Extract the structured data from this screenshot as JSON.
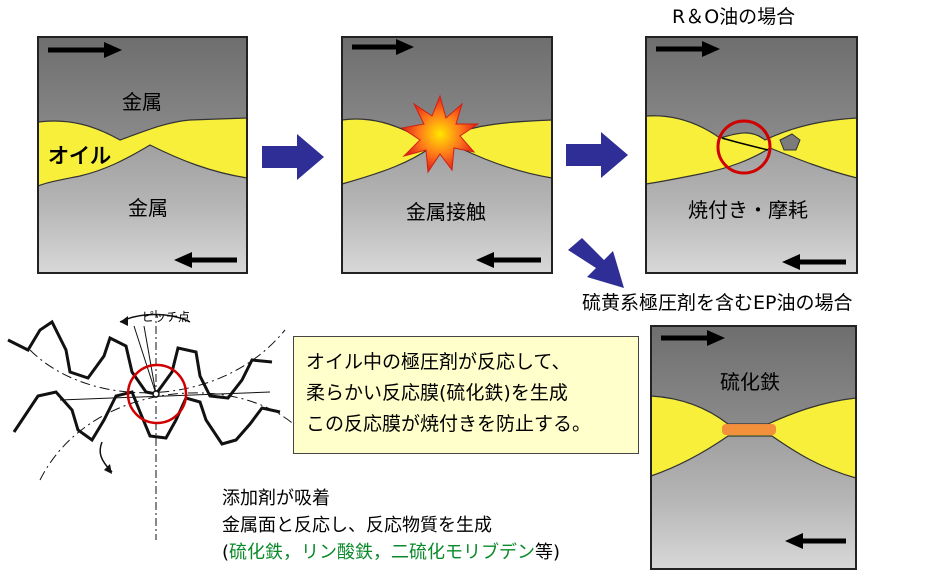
{
  "labels": {
    "metal_top": "金属",
    "oil": "オイル",
    "metal_bottom": "金属",
    "metal_contact": "金属接触",
    "seizure_wear": "焼付き・摩耗",
    "ro_oil_case": "R＆O油の場合",
    "ep_oil_case": "硫黄系極圧剤を含むEP油の場合",
    "iron_sulfide": "硫化鉄",
    "pitch_point": "ピッチ点"
  },
  "note_box": [
    "オイル中の極圧剤が反応して、",
    "柔らかい反応膜(硫化鉄)を生成",
    "この反応膜が焼付きを防止する。"
  ],
  "bottom_text": {
    "line1": "添加剤が吸着",
    "line2": "金属面と反応し、反応物質を生成",
    "open_paren": "(",
    "products": "硫化鉄，リン酸鉄，二硫化モリブデン",
    "suffix": "等)"
  },
  "colors": {
    "metal": "#7b7b7b",
    "oil": "#f8ef3a",
    "arrow_blue": "#2e2e96",
    "circle_red": "#d00000",
    "sulfide_film": "#f28a3c",
    "products_green": "#0a8a2a",
    "note_bg": "#ffffcc"
  }
}
